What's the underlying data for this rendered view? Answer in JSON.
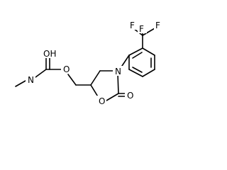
{
  "molecule": {
    "atoms": {
      "oh": "OH",
      "nh_left": "N",
      "o_ester": "O",
      "n_ring": "N",
      "o_ring": "O",
      "o_carbonyl": "O",
      "f_left": "F",
      "f_right": "F",
      "f_bottom": "F"
    },
    "atom_color": "#000000",
    "background": "#ffffff"
  }
}
